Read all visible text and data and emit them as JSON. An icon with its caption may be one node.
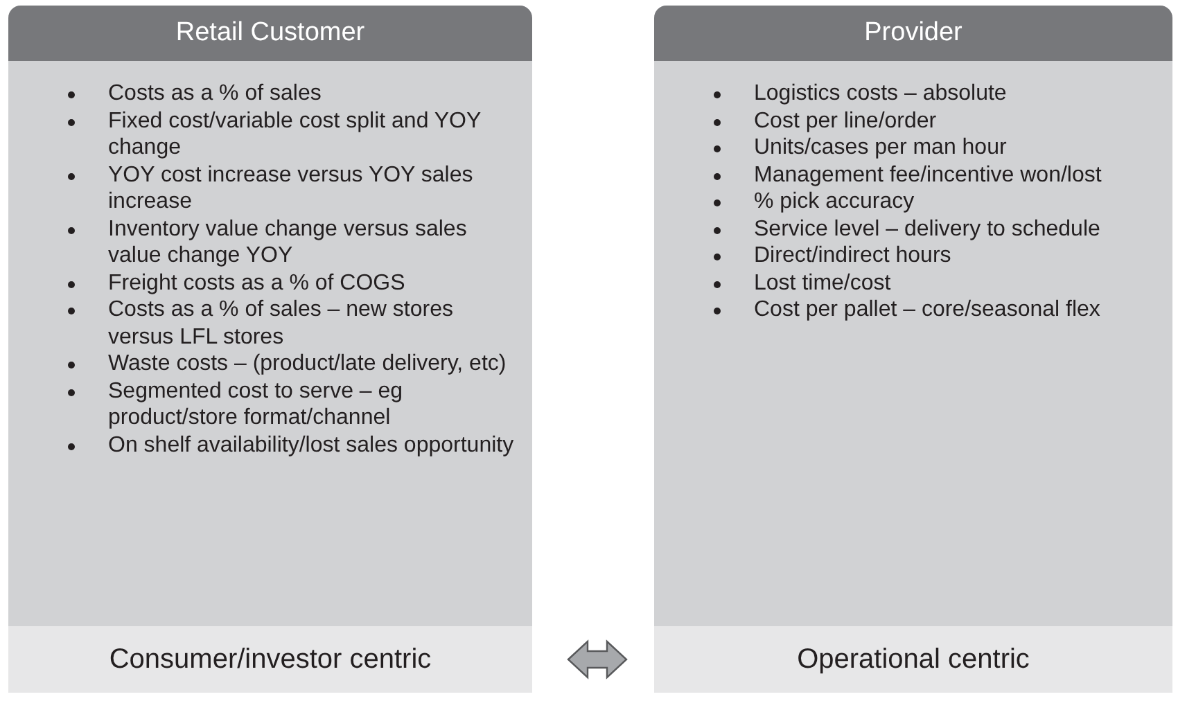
{
  "diagram": {
    "nodes": [
      {
        "text": [
          "Retail Customer",
          "Costs as a % of sales",
          "Fixed cost/variable cost split and YOY change",
          "YOY cost increase versus YOY sales increase",
          "Inventory value change versus sales value change YOY",
          "Freight costs as a % of COGS",
          "Costs as a % of sales – new stores versus LFL stores",
          "Waste costs – (product/late delivery, etc)",
          "Segmented cost to serve – eg product/store format/channel",
          "On shelf availability/lost sales opportunity"
        ]
      },
      {
        "text": [
          "Consumer/investor centric"
        ],
        "in": 0
      },
      {
        "text": [
          "Provider",
          "Logistics costs – absolute",
          "Cost per line/order",
          "Units/cases per man hour",
          "Management fee/incentive won/lost",
          "% pick accuracy",
          "Service level – delivery to schedule",
          "Direct/indirect hours",
          "Lost time/cost",
          "Cost per pallet – core/seasonal flex"
        ]
      },
      {
        "text": [
          "Operational centric"
        ],
        "in": 2
      }
    ],
    "edges": [
      {
        "from": 1,
        "to": 3,
        "arrow": "both"
      }
    ]
  }
}
